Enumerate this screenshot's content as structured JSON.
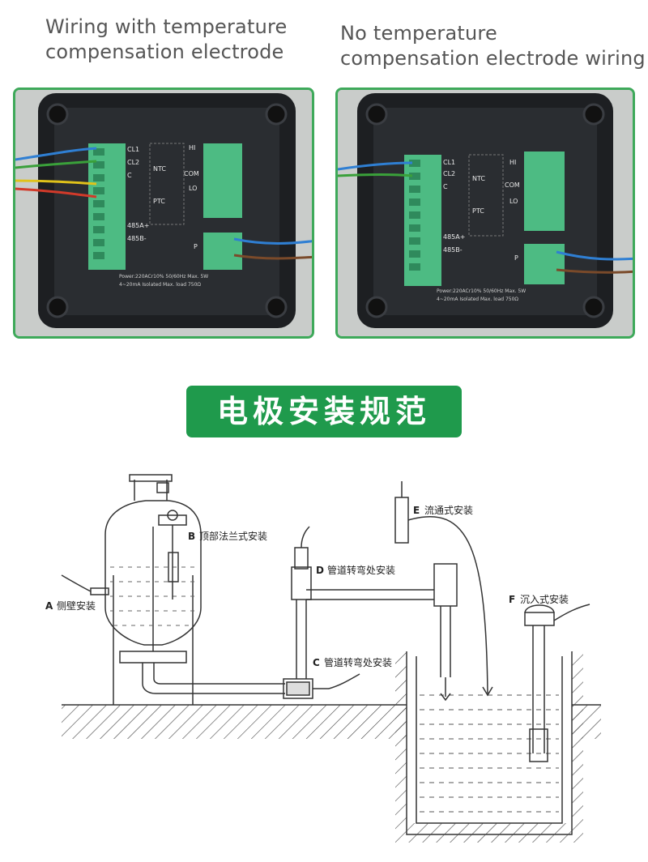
{
  "captions": {
    "left_line1": "Wiring with temperature",
    "left_line2": "compensation electrode",
    "right_line1": "No temperature",
    "right_line2": "compensation electrode wiring"
  },
  "terminals": {
    "cl1": "CL1",
    "cl2": "CL2",
    "c": "C",
    "rs485a": "485A+",
    "rs485b": "485B-",
    "hi": "HI",
    "com": "COM",
    "lo": "LO",
    "p": "P",
    "ntc": "NTC",
    "ptc": "PTC"
  },
  "spec_line1": "Power:220ACr10% 50/60Hz  Max. 5W",
  "spec_line2": "4~20mA Isolated Max. load 750Ω",
  "banner": "电极安装规范",
  "install": {
    "a_letter": "A",
    "a_text": "侧壁安装",
    "b_letter": "B",
    "b_text": "顶部法兰式安装",
    "c_letter": "C",
    "c_text": "管道转弯处安装",
    "d_letter": "D",
    "d_text": "管道转弯处安装",
    "e_letter": "E",
    "e_text": "流通式安装",
    "f_letter": "F",
    "f_text": "沉入式安装"
  },
  "colors": {
    "frame": "#3ea95a",
    "banner": "#1f9a4c",
    "terminal": "#4dbb83",
    "housing": "#1d1f22",
    "wire_blue": "#2f7fd3",
    "wire_green": "#3aa03a",
    "wire_yellow": "#e0c21a",
    "wire_red": "#d23a2a",
    "wire_brown": "#7a4a2a"
  }
}
